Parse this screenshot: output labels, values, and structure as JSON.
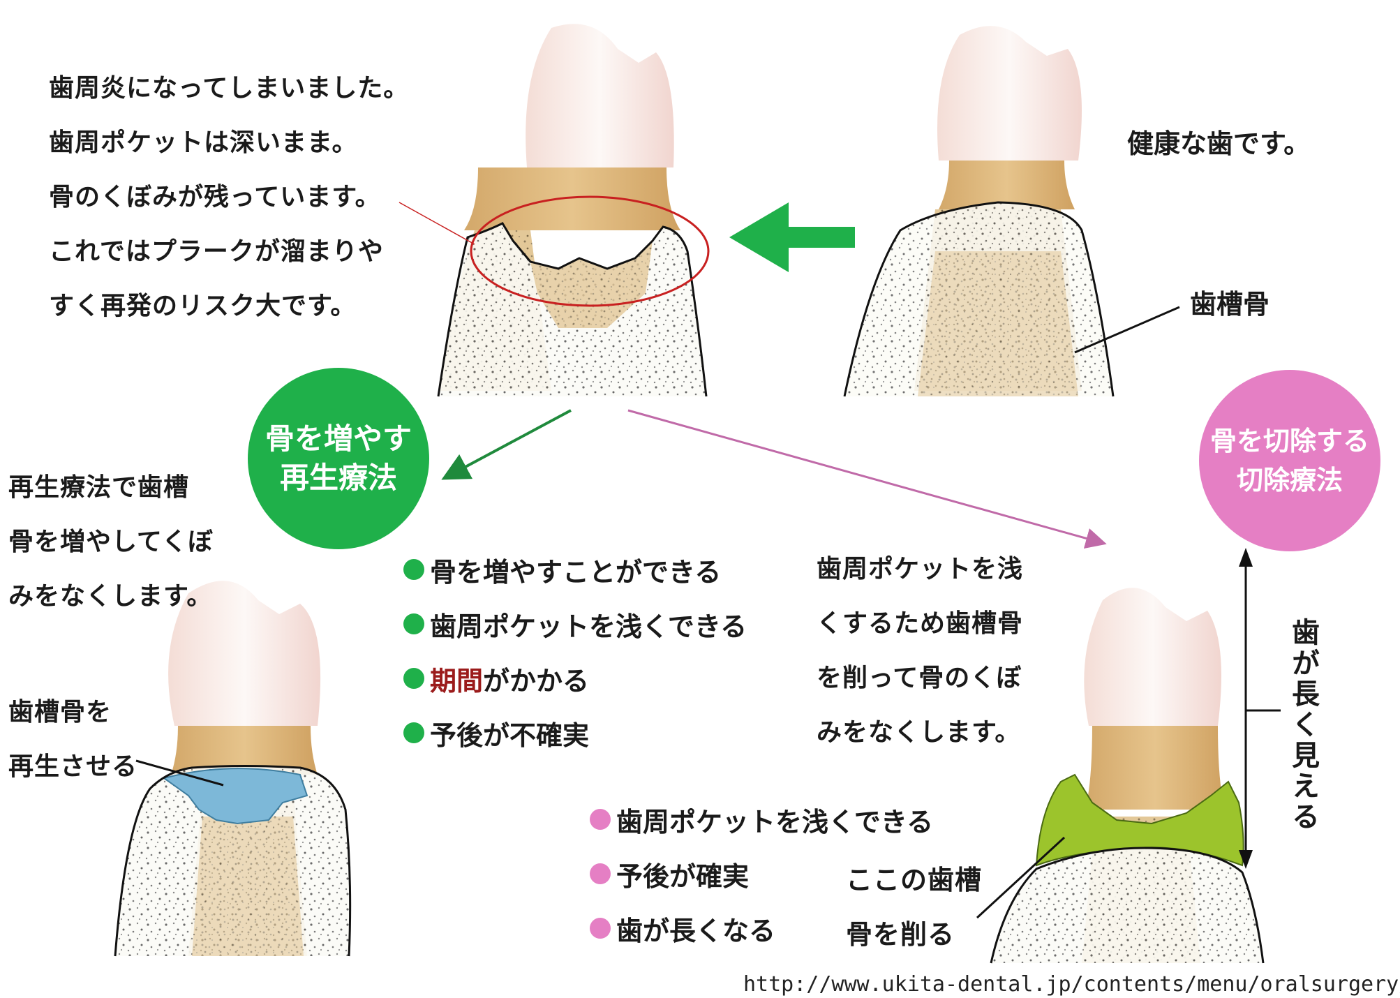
{
  "colors": {
    "green": "#1fb04a",
    "pink": "#e57fc4",
    "red_ellipse": "#c82020",
    "warning_text": "#9b1b1b",
    "regenerated_bone": "#7db8d8",
    "removed_bone": "#9cc42c"
  },
  "periodontitis_text": [
    "歯周炎になってしまいました。",
    "歯周ポケットは深いまま。",
    "骨のくぼみが残っています。",
    "これではプラークが溜まりや",
    "すく再発のリスク大です。"
  ],
  "healthy_text": "健康な歯です。",
  "alveolar_bone_label": "歯槽骨",
  "regen_circle": {
    "line1": "骨を増やす",
    "line2": "再生療法"
  },
  "resect_circle": {
    "line1": "骨を切除する",
    "line2": "切除療法"
  },
  "regen_description": [
    "再生療法で歯槽",
    "骨を増やしてくぼ",
    "みをなくします。"
  ],
  "regen_label": [
    "歯槽骨を",
    "再生させる"
  ],
  "regen_bullets": [
    {
      "text": "骨を増やすことができる",
      "prefix": ""
    },
    {
      "text": "歯周ポケットを浅くできる",
      "prefix": ""
    },
    {
      "prefix": "期間",
      "text": "がかかる"
    },
    {
      "text": "予後が不確実",
      "prefix": ""
    }
  ],
  "resect_description": [
    "歯周ポケットを浅",
    "くするため歯槽骨",
    "を削って骨のくぼ",
    "みをなくします。"
  ],
  "resect_bullets": [
    "歯周ポケットを浅くできる",
    "予後が確実",
    "歯が長くなる"
  ],
  "resect_bone_label": [
    "ここの歯槽",
    "骨を削る"
  ],
  "tooth_longer_label": "歯が長く見える",
  "source_url": "http://www.ukita-dental.jp/contents/menu/oralsurgery/"
}
